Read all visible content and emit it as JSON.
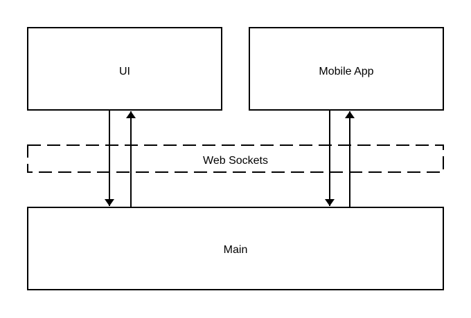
{
  "diagram": {
    "nodes": {
      "ui": {
        "label": "UI"
      },
      "mobile_app": {
        "label": "Mobile App"
      },
      "web_sockets": {
        "label": "Web Sockets"
      },
      "main": {
        "label": "Main"
      }
    },
    "connections": [
      {
        "from": "UI",
        "to": "Main"
      },
      {
        "from": "Main",
        "to": "UI"
      },
      {
        "from": "Mobile App",
        "to": "Main"
      },
      {
        "from": "Main",
        "to": "Mobile App"
      }
    ],
    "colors": {
      "stroke": "#000000",
      "background": "#ffffff"
    }
  }
}
